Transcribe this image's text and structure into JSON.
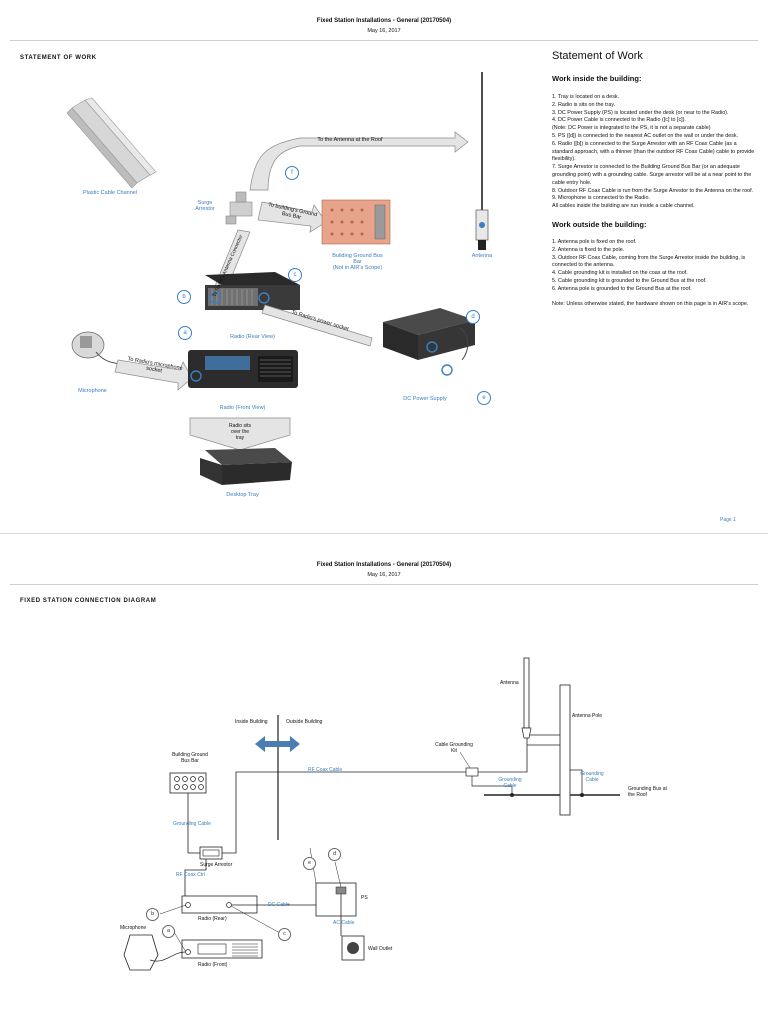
{
  "page1": {
    "header_title": "Fixed Station Installations - General (20170504)",
    "header_date": "May 16, 2017",
    "section_label": "STATEMENT OF WORK",
    "labels": {
      "plastic_channel": "Plastic Cable Channel",
      "surge_arrestor": "Surge\nArrestor",
      "ground_bus": "Building Ground Bus\nBar\n(Not in AIR's Scope)",
      "antenna": "Antenna",
      "radio_rear": "Radio (Rear View)",
      "radio_front": "Radio (Front View)",
      "microphone": "Microphone",
      "dc_power": "DC Power Supply",
      "desktop_tray": "Desktop Tray",
      "radio_sits": "Radio sits\nover the\ntray"
    },
    "arrows": {
      "to_antenna": "To the Antenna at the Roof",
      "to_ground": "To building's Ground\nBus Bar",
      "to_radio_antenna": "To Radio's Antenna Connector",
      "to_power": "To Radio's power socket",
      "to_mic": "To Radio's microphone\nsocket"
    },
    "callouts": [
      "a",
      "b",
      "c",
      "d",
      "e",
      "f"
    ],
    "sow": {
      "title": "Statement of Work",
      "inside_heading": "Work inside the building:",
      "inside_items": [
        "1. Tray is located on a desk.",
        "2. Radio is sits on the tray.",
        "3. DC Power Supply (PS) is located under the desk (or near to the Radio).",
        "4. DC Power Cable is connected to the Radio ([c] to [c]).",
        "(Note: DC Power is integrated to the PS, it is not a separate cable)",
        "5. PS ([d]) is connected to the nearest AC outlet on the wall or under the desk.",
        "6. Radio ([b]) is connected to the Surge Arrestor with an RF Coax Cable (as a standard approach, with a thinner (than the outdoor RF Coax Cable) cable to provide flexibility).",
        "7. Surge Arrestor is connected to the Building Ground Bus Bar (or an adequate grounding point) with a grounding cable. Surge arrestor will be at a near point to the cable entry hole.",
        "8. Outdoor RF Coax Cable is run from the Surge Arrestor to the Antenna on the roof.",
        "9. Microphone is connected to the Radio.",
        "All cables inside the building are run inside a cable channel."
      ],
      "outside_heading": "Work outside the building:",
      "outside_items": [
        "1. Antenna pole is fixed on the roof.",
        "2. Antenna is fixed to the pole.",
        "3. Outdoor RF Coax Cable, coming from the Surge Arrestor inside the building, is connected to the antenna.",
        "4. Cable grounding kit is installed on the coax at the roof.",
        "5. Cable grounding kit is grounded to the Ground Bus at the roof.",
        "6. Antenna pole is grounded to the Ground Bus at the roof."
      ],
      "note": "Note: Unless otherwise stated, the hardware shown on this page is in AIR's scope."
    },
    "page_num": "Page 1"
  },
  "page2": {
    "header_title": "Fixed Station Installations - General (20170504)",
    "header_date": "May 16, 2017",
    "section_label": "FIXED STATION CONNECTION DIAGRAM",
    "labels": {
      "inside_building": "Inside Building",
      "outside_building": "Outside Building",
      "building_ground": "Building Ground\nBus Bar",
      "grounding_cable": "Grounding Cable",
      "surge_arrestor": "Surge Arrestor",
      "rf_coax_cable": "RF Coax Cable",
      "rf_coax_ctrl": "RF Coax Ctrl",
      "radio_rear": "Radio (Rear)",
      "radio_front": "Radio (Front)",
      "microphone": "Microphone",
      "dc_cable": "DC Cable",
      "ac_cable": "AC Cable",
      "ps": "PS",
      "wall_outlet": "Wall Outlet",
      "antenna": "Antenna",
      "antenna_pole": "Antenna Pole",
      "cable_grounding_kit": "Cable Grounding\nKit",
      "grounding_cable_small": "Grounding\nCable",
      "grounding_bus_roof": "Grounding Bus at\nthe Roof"
    },
    "callouts": [
      "a",
      "b",
      "c",
      "d",
      "e"
    ]
  },
  "colors": {
    "accent": "#3a7fc1",
    "arrow_double": "#4a7db3"
  }
}
